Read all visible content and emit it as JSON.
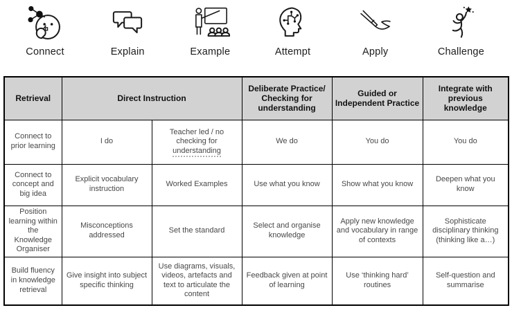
{
  "icon_legend": [
    {
      "label": "Connect",
      "icon": "thinking-face-network-icon"
    },
    {
      "label": "Explain",
      "icon": "speech-bubbles-icon"
    },
    {
      "label": "Example",
      "icon": "teacher-whiteboard-icon"
    },
    {
      "label": "Attempt",
      "icon": "head-circuit-brain-icon"
    },
    {
      "label": "Apply",
      "icon": "pen-writing-icon"
    },
    {
      "label": "Challenge",
      "icon": "person-reaching-star-icon"
    }
  ],
  "table": {
    "headers": [
      "Retrieval",
      "Direct Instruction",
      "Deliberate Practice/ Checking for understanding",
      "Guided or Independent Practice",
      "Integrate with previous knowledge"
    ],
    "rows": [
      {
        "cells": [
          "Connect to prior learning",
          "I do",
          {
            "before": "Teacher led / no checking for",
            "underlined": "understanding"
          },
          "We do",
          "You do",
          "You do"
        ]
      },
      {
        "cells": [
          "Connect to concept and big idea",
          "Explicit vocabulary instruction",
          "Worked Examples",
          "Use what you know",
          "Show what you know",
          "Deepen what you know"
        ]
      },
      {
        "cells": [
          "Position learning within the Knowledge Organiser",
          "Misconceptions addressed",
          "Set the standard",
          "Select and organise knowledge",
          "Apply new knowledge and vocabulary in range of contexts",
          "Sophisticate disciplinary thinking (thinking like a…)"
        ]
      },
      {
        "cells": [
          "Build fluency in knowledge retrieval",
          "Give insight into subject specific thinking",
          "Use diagrams, visuals, videos, artefacts and text to articulate the content",
          "Feedback given at point of learning",
          "Use ‘thinking hard’ routines",
          "Self-question and summarise"
        ]
      }
    ]
  },
  "colors": {
    "header_bg": "#d2d2d2",
    "border": "#000000",
    "header_text": "#111111",
    "body_text": "#474747"
  }
}
